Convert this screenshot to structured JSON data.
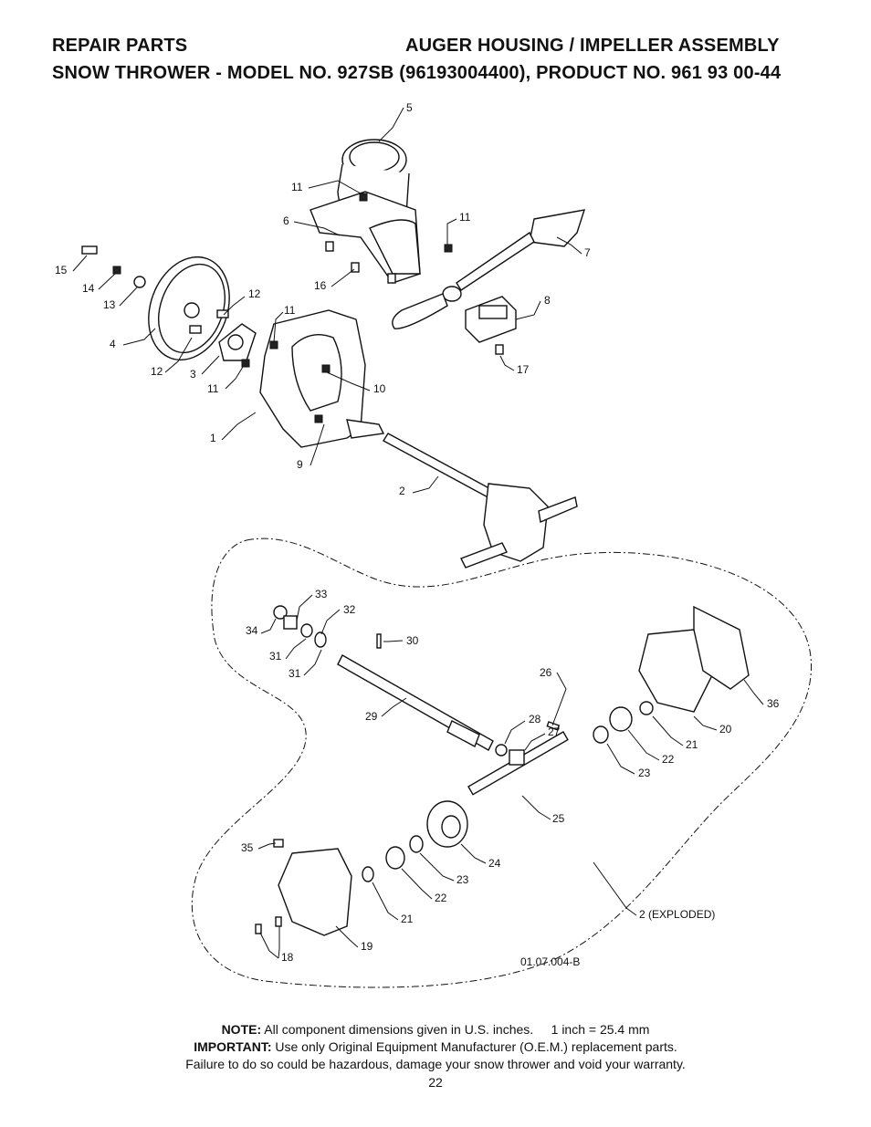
{
  "header": {
    "left_title": "REPAIR PARTS",
    "right_title": "AUGER HOUSING / IMPELLER ASSEMBLY",
    "subtitle": "SNOW THROWER - MODEL NO. 927SB (96193004400), PRODUCT NO. 961 93 00-44"
  },
  "diagram": {
    "labels": [
      "5",
      "11",
      "11",
      "6",
      "7",
      "15",
      "14",
      "13",
      "12",
      "16",
      "8",
      "11",
      "4",
      "12",
      "3",
      "11",
      "10",
      "17",
      "1",
      "9",
      "2",
      "33",
      "32",
      "34",
      "30",
      "31",
      "31",
      "26",
      "36",
      "29",
      "28",
      "27",
      "20",
      "21",
      "22",
      "23",
      "25",
      "35",
      "24",
      "23",
      "22",
      "21",
      "19",
      "18",
      "2 (EXPLODED)"
    ],
    "drawing_number": "01.07.004-B"
  },
  "footer": {
    "note_label": "NOTE:",
    "note_text": "All component dimensions given in U.S. inches.",
    "conversion": "1 inch = 25.4 mm",
    "important_label": "IMPORTANT:",
    "important_text": "Use only Original Equipment Manufacturer (O.E.M.) replacement parts.",
    "warning": "Failure to do so could be hazardous, damage your snow thrower and void your warranty.",
    "page_number": "22"
  }
}
